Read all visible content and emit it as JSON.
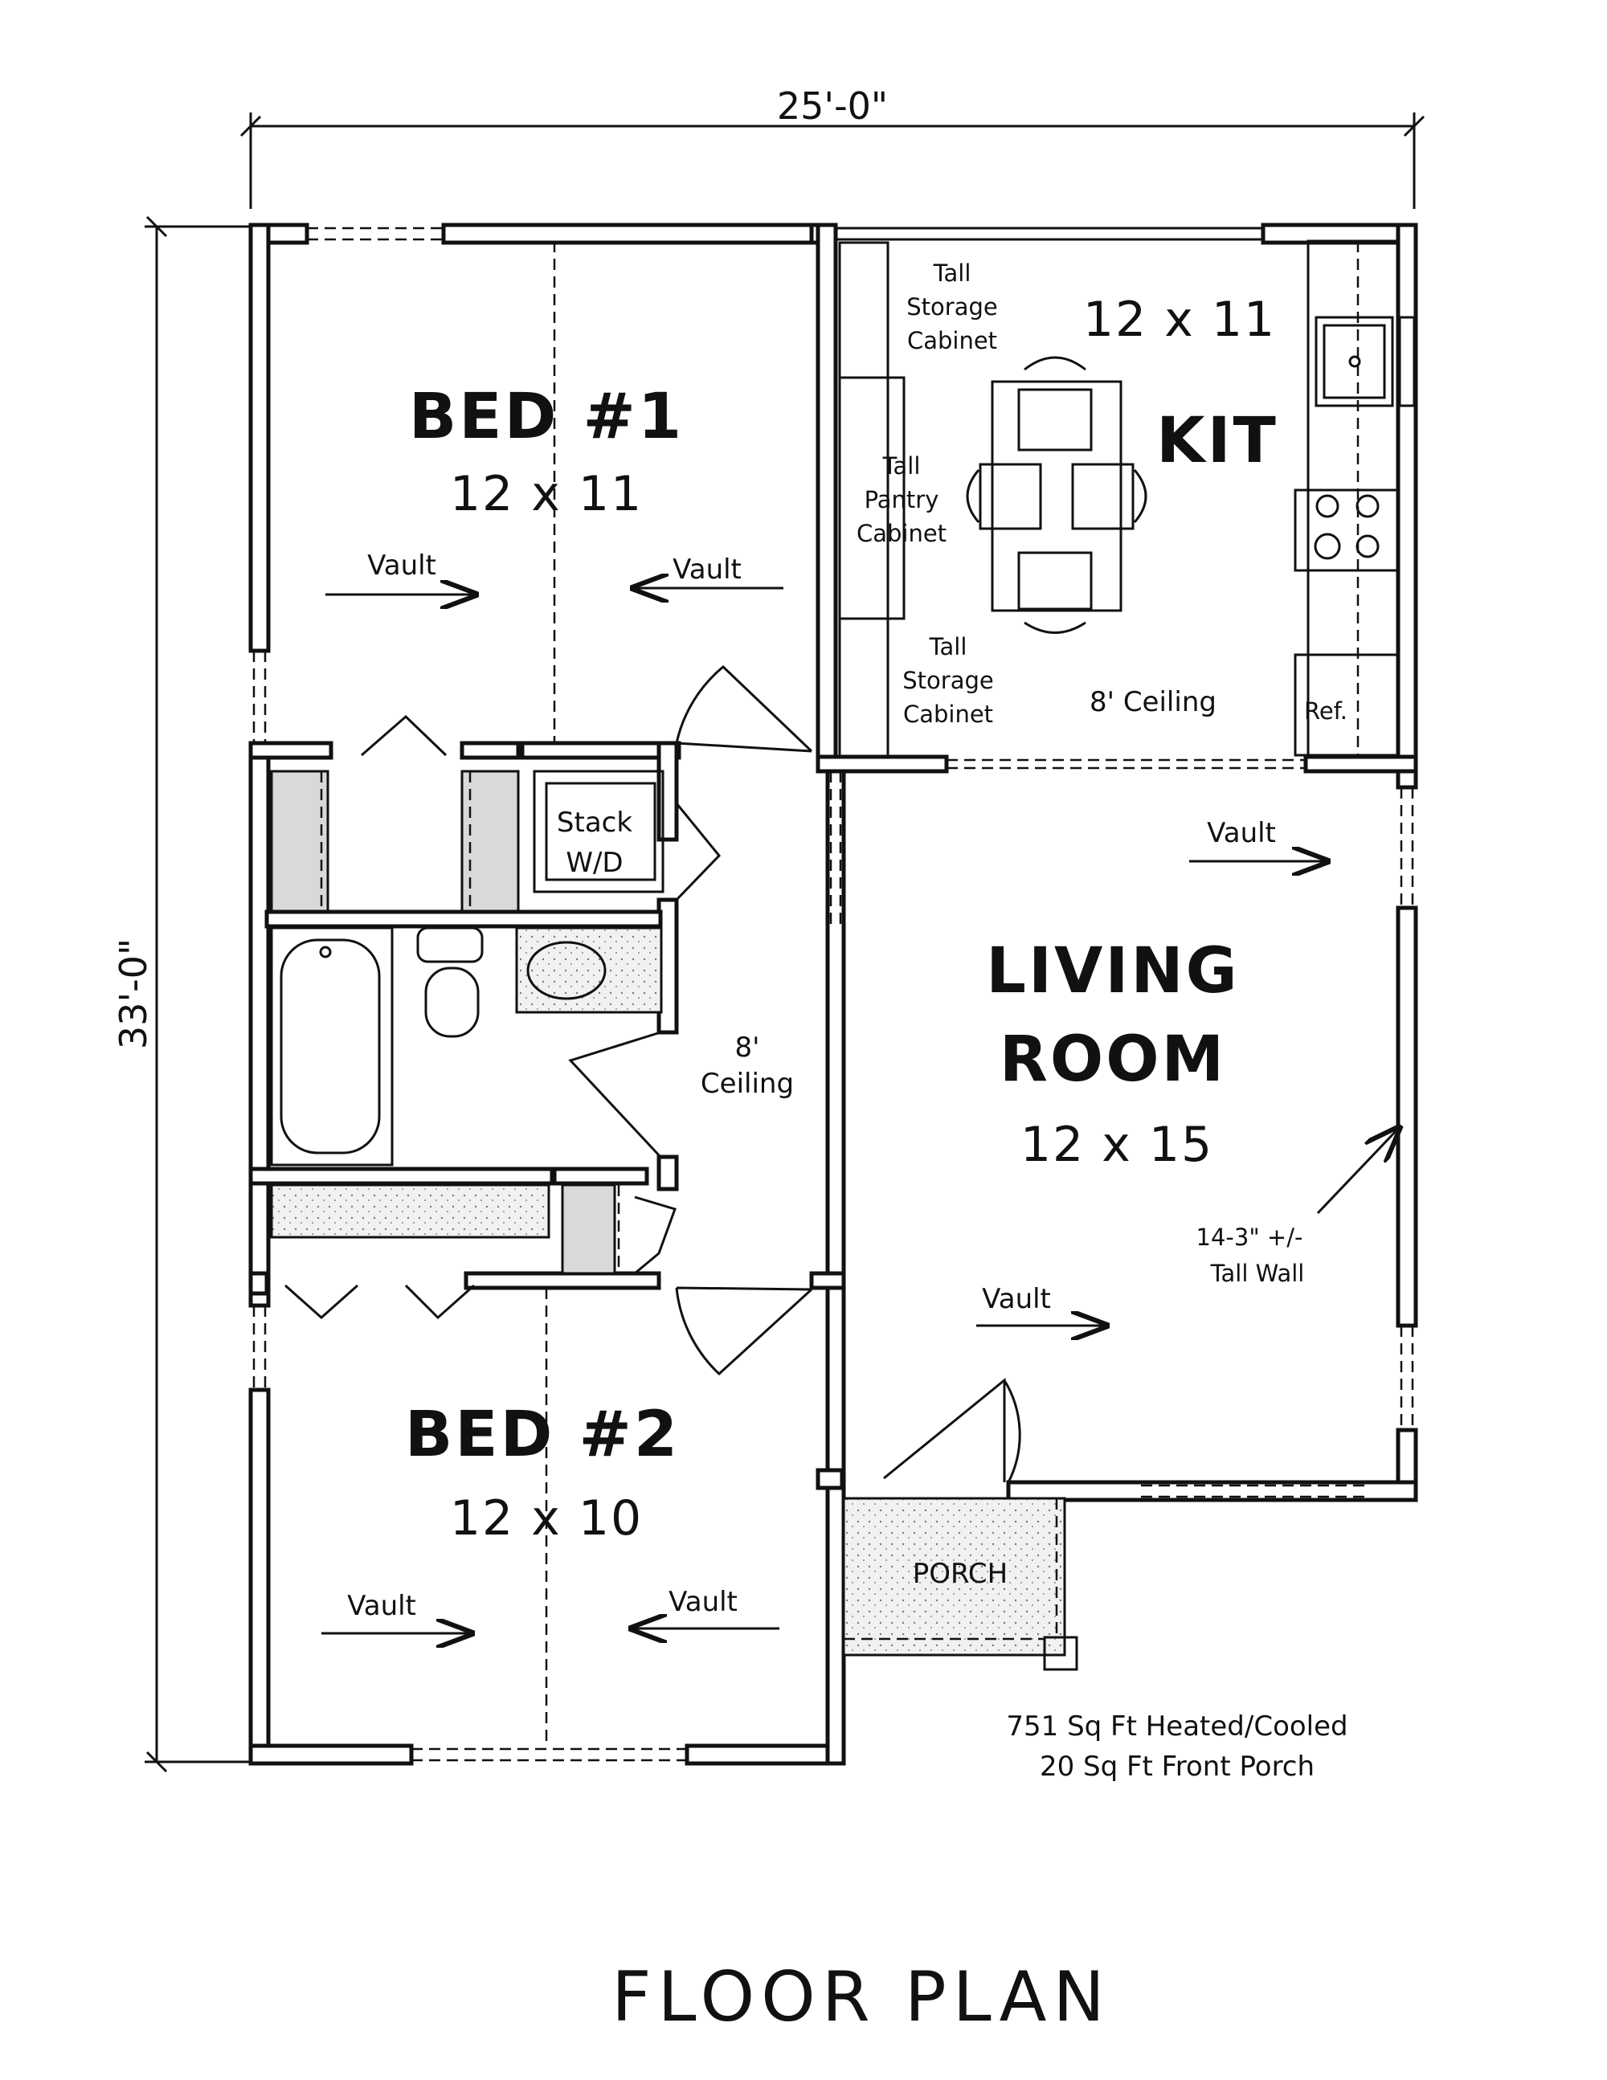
{
  "dimensions": {
    "width": "25'-0\"",
    "depth": "33'-0\""
  },
  "rooms": {
    "bed1": {
      "name": "BED #1",
      "size": "12 x 11",
      "vault_left": "Vault",
      "vault_right": "Vault"
    },
    "kitchen": {
      "name": "KIT",
      "size": "12 x 11",
      "ceiling": "8' Ceiling",
      "tall_storage_top": [
        "Tall",
        "Storage",
        "Cabinet"
      ],
      "tall_pantry": [
        "Tall",
        "Pantry",
        "Cabinet"
      ],
      "tall_storage_bottom": [
        "Tall",
        "Storage",
        "Cabinet"
      ],
      "ref": "Ref."
    },
    "laundry": {
      "line1": "Stack",
      "line2": "W/D"
    },
    "hall": {
      "ceiling_line1": "8'",
      "ceiling_line2": "Ceiling"
    },
    "living": {
      "name_line1": "LIVING",
      "name_line2": "ROOM",
      "size": "12 x 15",
      "vault_top": "Vault",
      "vault_bottom": "Vault",
      "wall_note_line1": "14-3\" +/-",
      "wall_note_line2": "Tall Wall"
    },
    "bed2": {
      "name": "BED #2",
      "size": "12 x 10",
      "vault_left": "Vault",
      "vault_right": "Vault"
    },
    "porch": {
      "name": "PORCH"
    }
  },
  "areas": {
    "heated": "751 Sq Ft Heated/Cooled",
    "porch": "20 Sq Ft Front Porch"
  },
  "title": "FLOOR PLAN"
}
